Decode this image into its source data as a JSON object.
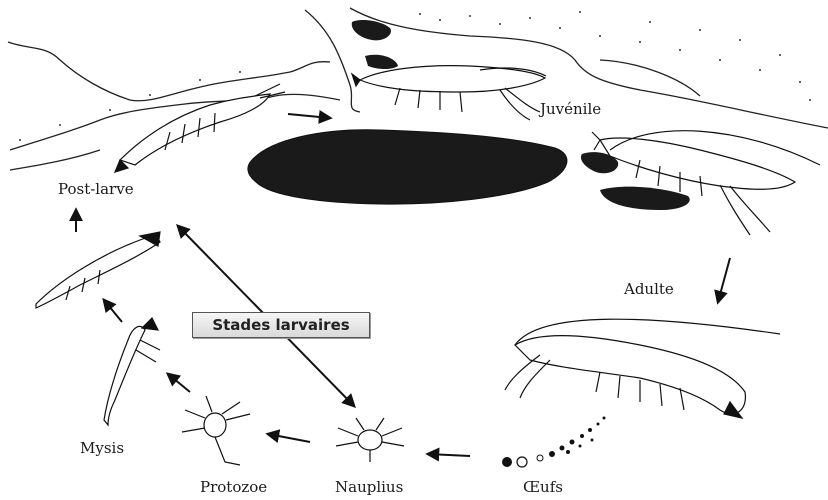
{
  "labels": {
    "post_larve": "Post-larve",
    "juvenile": "Juvénile",
    "adulte": "Adulte",
    "oeufs": "Œufs",
    "nauplius": "Nauplius",
    "protozoe": "Protozoe",
    "mysis": "Mysis",
    "stades_larvaires": "Stades larvaires"
  }
}
